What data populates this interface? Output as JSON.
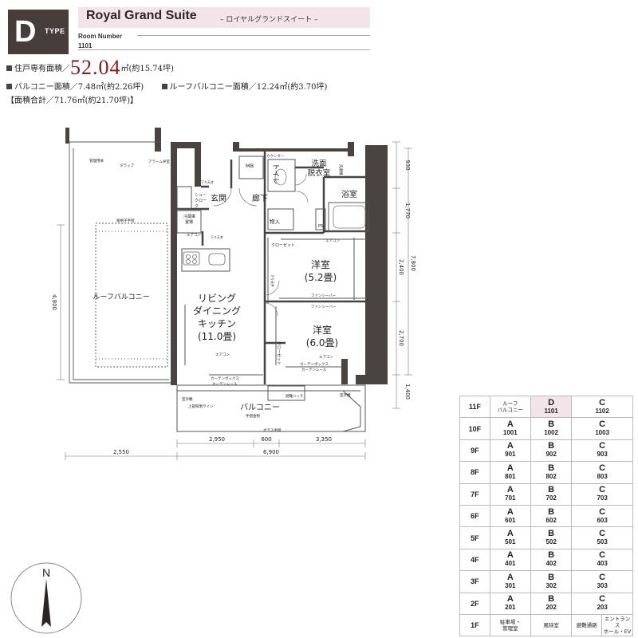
{
  "header": {
    "type_letter": "D",
    "type_word": "TYPE",
    "suite_name": "Royal Grand Suite",
    "suite_kana": "– ロイヤルグランドスイート –",
    "room_label": "Room Number",
    "room_number": "1101"
  },
  "areas": {
    "private_label": "住戸専有面積／",
    "private_value": "52.04",
    "private_unit": "㎡(約15.74坪)",
    "balcony": "バルコニー面積／7.48㎡(約2.26坪)",
    "roof_balcony": "ルーフバルコニー面積／12.24㎡(約3.70坪)",
    "total": "【面積合計／71.76㎡(約21.70坪)】"
  },
  "plan": {
    "rooms": {
      "roof_balcony": "ルーフバルコニー",
      "entrance": "玄関",
      "hallway": "廊下",
      "ldk_1": "リビング",
      "ldk_2": "ダイニング",
      "ldk_3": "キッチン",
      "ldk_4": "(11.0畳)",
      "western1": "洋室",
      "western1_size": "(5.2畳)",
      "western2": "洋室",
      "western2_size": "(6.0畳)",
      "bath": "浴室",
      "washroom1": "洗面",
      "washroom2": "脱衣室",
      "toilet": "トイレ",
      "balcony": "バルコニー"
    },
    "small": {
      "mb": "MB",
      "counter": "カウンター",
      "storage": "物入",
      "ps": "PS",
      "closet": "クローゼット",
      "closet_v": "クローゼット",
      "shoe1": "シュー",
      "shoe2": "クロー",
      "shoe3": "ク",
      "fridge1": "冷蔵庫",
      "fridge2": "置場",
      "kanri": "管理用扉",
      "trap": "タラップ",
      "alarm": "アラーム弁室",
      "handrail": "縦格子手摺",
      "handrail2": "手摺金物",
      "aircon1": "エアコン",
      "aircon2": "エアコン",
      "aircon3": "エアコン",
      "aircon4": "エアコン",
      "curtain1": "カーテンボックス",
      "curtain2": "カーテンレール",
      "curtain3": "カーテンボックス",
      "curtain4": "カーテンレール",
      "fan1": "ファンシーバー",
      "fan2": "ファンシーバー",
      "outdoor1": "室外機",
      "outdoor2": "室外機",
      "hatch": "避難ハッチ",
      "glass": "ガラス手摺",
      "sidelight": "上部照明ライン",
      "washer": "洗濯機",
      "ceiling1": "下り天井",
      "ceiling2": "下り天井",
      "ceiling3": "下り天井"
    },
    "dims": {
      "h930": "930",
      "h1770": "1,770",
      "h2400": "2,400",
      "h7800": "7,800",
      "h2700": "2,700",
      "h1400": "1,400",
      "h4800": "4,800",
      "w2950": "2,950",
      "w600": "600",
      "w3350": "3,350",
      "w2550": "2,550",
      "w6900": "6,900"
    }
  },
  "floors": [
    {
      "floor": "11F",
      "cells": [
        {
          "note1": "ルーフ",
          "note2": "バルコニー"
        },
        {
          "letter": "D",
          "num": "1101",
          "highlight": true
        },
        {
          "letter": "C",
          "num": "1102"
        }
      ]
    },
    {
      "floor": "10F",
      "cells": [
        {
          "letter": "A",
          "num": "1001"
        },
        {
          "letter": "B",
          "num": "1002"
        },
        {
          "letter": "C",
          "num": "1003"
        }
      ]
    },
    {
      "floor": "9F",
      "cells": [
        {
          "letter": "A",
          "num": "901"
        },
        {
          "letter": "B",
          "num": "902"
        },
        {
          "letter": "C",
          "num": "903"
        }
      ]
    },
    {
      "floor": "8F",
      "cells": [
        {
          "letter": "A",
          "num": "801"
        },
        {
          "letter": "B",
          "num": "802"
        },
        {
          "letter": "C",
          "num": "803"
        }
      ]
    },
    {
      "floor": "7F",
      "cells": [
        {
          "letter": "A",
          "num": "701"
        },
        {
          "letter": "B",
          "num": "702"
        },
        {
          "letter": "C",
          "num": "703"
        }
      ]
    },
    {
      "floor": "6F",
      "cells": [
        {
          "letter": "A",
          "num": "601"
        },
        {
          "letter": "B",
          "num": "602"
        },
        {
          "letter": "C",
          "num": "603"
        }
      ]
    },
    {
      "floor": "5F",
      "cells": [
        {
          "letter": "A",
          "num": "501"
        },
        {
          "letter": "B",
          "num": "502"
        },
        {
          "letter": "C",
          "num": "503"
        }
      ]
    },
    {
      "floor": "4F",
      "cells": [
        {
          "letter": "A",
          "num": "401"
        },
        {
          "letter": "B",
          "num": "402"
        },
        {
          "letter": "C",
          "num": "403"
        }
      ]
    },
    {
      "floor": "3F",
      "cells": [
        {
          "letter": "A",
          "num": "301"
        },
        {
          "letter": "B",
          "num": "302"
        },
        {
          "letter": "C",
          "num": "303"
        }
      ]
    },
    {
      "floor": "2F",
      "cells": [
        {
          "letter": "A",
          "num": "201"
        },
        {
          "letter": "B",
          "num": "202"
        },
        {
          "letter": "C",
          "num": "203"
        }
      ]
    },
    {
      "floor": "1F",
      "cells": [
        {
          "note1": "駐車場・",
          "note2": "管理室"
        },
        {
          "note1": "風除室"
        },
        {
          "note1": "避難通路"
        },
        {
          "note1": "エントランス",
          "note2": "ホール・EV",
          "extra": true
        }
      ]
    }
  ],
  "compass": {
    "north": "N"
  },
  "colors": {
    "badge": "#473d3a",
    "band": "#f3e4ea",
    "area_red": "#8b1a1a",
    "wall": "#4a4441"
  }
}
